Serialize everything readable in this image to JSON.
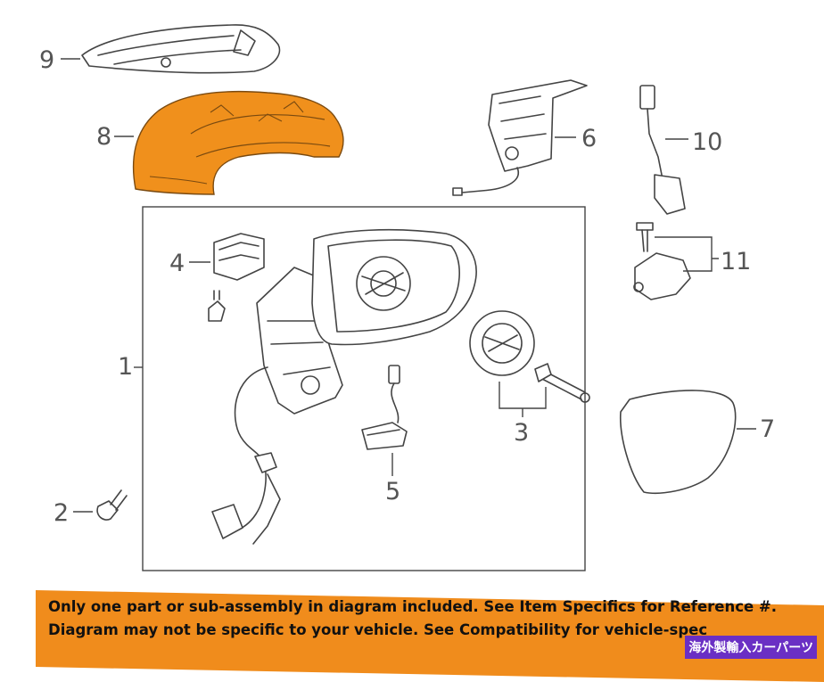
{
  "diagram": {
    "callouts": [
      "1",
      "2",
      "3",
      "4",
      "5",
      "6",
      "7",
      "8",
      "9",
      "10",
      "11"
    ],
    "highlight_color": "#f0901c"
  },
  "banner": {
    "line1": "Only one part or sub-assembly in diagram included. See Item Specifics for Reference #.",
    "line2": "Diagram may not be specific to your vehicle. See Compatibility for vehicle-spec",
    "color": "#f08c1c"
  },
  "watermark": {
    "text": "海外製輸入カーパーツ",
    "color": "#6a2fc4"
  }
}
